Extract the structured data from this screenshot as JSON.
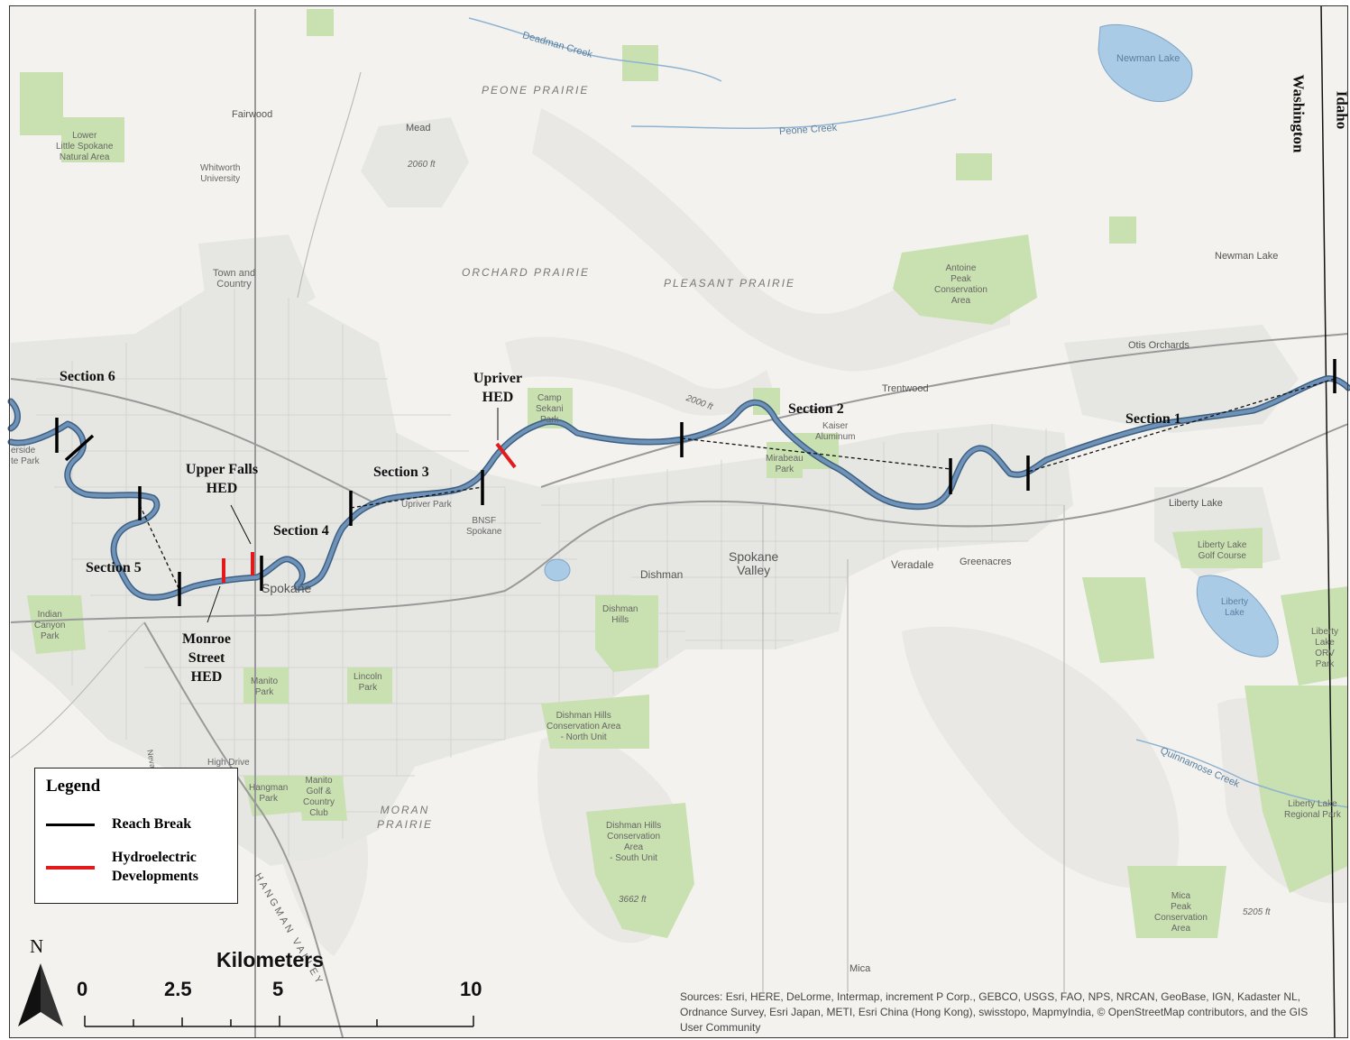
{
  "map": {
    "states": [
      "Washington",
      "Idaho"
    ],
    "sections": [
      "Section 1",
      "Section 2",
      "Section 3",
      "Section 4",
      "Section 5",
      "Section 6"
    ],
    "hydroelectric": {
      "upriver": [
        "Upriver",
        "HED"
      ],
      "upper_falls": [
        "Upper Falls",
        "HED"
      ],
      "monroe": [
        "Monroe",
        "Street",
        "HED"
      ]
    },
    "places": {
      "fairwood": "Fairwood",
      "mead": "Mead",
      "spokane": "Spokane",
      "spokane_valley": [
        "Spokane",
        "Valley"
      ],
      "dishman": "Dishman",
      "veradale": "Veradale",
      "greenacres": "Greenacres",
      "trentwood": "Trentwood",
      "otis_orchards": "Otis Orchards",
      "liberty_lake": "Liberty Lake",
      "newman_lake": "Newman Lake",
      "newman_lake_water": "Newman Lake",
      "mica": "Mica",
      "town_country": [
        "Town and",
        "Country"
      ],
      "whitworth": [
        "Whitworth",
        "University"
      ]
    },
    "prairies": {
      "peone": "PEONE PRAIRIE",
      "orchard": "ORCHARD PRAIRIE",
      "pleasant": "PLEASANT PRAIRIE",
      "moran": [
        "MORAN",
        "PRAIRIE"
      ]
    },
    "creeks": {
      "deadman": "Deadman Creek",
      "peone": "Peone Creek",
      "quinnamose": "Quinnamose Creek"
    },
    "parks": {
      "lower_little_spokane": [
        "Lower",
        "Little Spokane",
        "Natural Area"
      ],
      "antoine": [
        "Antoine",
        "Peak",
        "Conservation",
        "Area"
      ],
      "camp_sekani": [
        "Camp",
        "Sekani",
        "Park"
      ],
      "kaiser": [
        "Kaiser",
        "Aluminum"
      ],
      "mirabeau": [
        "Mirabeau",
        "Park"
      ],
      "upriver_park": "Upriver Park",
      "bnsf": [
        "BNSF",
        "Spokane"
      ],
      "dishman_hills": [
        "Dishman",
        "Hills"
      ],
      "dishman_north": [
        "Dishman Hills",
        "Conservation Area",
        "- North Unit"
      ],
      "dishman_south": [
        "Dishman Hills",
        "Conservation",
        "Area",
        "- South Unit"
      ],
      "manito": [
        "Manito",
        "Park"
      ],
      "lincoln": [
        "Lincoln",
        "Park"
      ],
      "indian_canyon": [
        "Indian",
        "Canyon",
        "Park"
      ],
      "hangman": [
        "Hangman",
        "Park"
      ],
      "manito_golf": [
        "Manito",
        "Golf &",
        "Country",
        "Club"
      ],
      "liberty_golf": [
        "Liberty Lake",
        "Golf Course"
      ],
      "liberty_lake_water": [
        "Liberty",
        "Lake"
      ],
      "liberty_orv": [
        "Liberty",
        "Lake",
        "ORV",
        "Park"
      ],
      "liberty_regional": [
        "Liberty Lake",
        "Regional Park"
      ],
      "mica_peak": [
        "Mica",
        "Peak",
        "Conservation",
        "Area"
      ],
      "riverside": [
        "erside",
        "te Park"
      ]
    },
    "elevations": [
      "2060 ft",
      "2000 ft",
      "3662 ft",
      "5205 ft"
    ],
    "roads": [
      "High Drive",
      "HANGMAN VALLEY",
      "Nevada St"
    ]
  },
  "legend": {
    "title": "Legend",
    "reach_break": "Reach Break",
    "hydroelectric": [
      "Hydroelectric",
      "Developments"
    ],
    "reach_color": "#000000",
    "hed_color": "#e31a1c"
  },
  "scale": {
    "title": "Kilometers",
    "ticks": [
      "0",
      "2.5",
      "5",
      "10"
    ]
  },
  "north": "N",
  "sources": "Sources: Esri, HERE, DeLorme, Intermap, increment P Corp., GEBCO, USGS, FAO, NPS, NRCAN, GeoBase, IGN, Kadaster NL, Ordnance Survey, Esri Japan, METI, Esri China (Hong Kong), swisstopo, MapmyIndia, © OpenStreetMap contributors, and the GIS User Community",
  "colors": {
    "river": "#6f93b8",
    "river_outline": "#3d5f82",
    "water": "#a9cbe6",
    "park": "#c9e0b0",
    "urban": "#e6e6e3",
    "background": "#f3f2ee"
  }
}
